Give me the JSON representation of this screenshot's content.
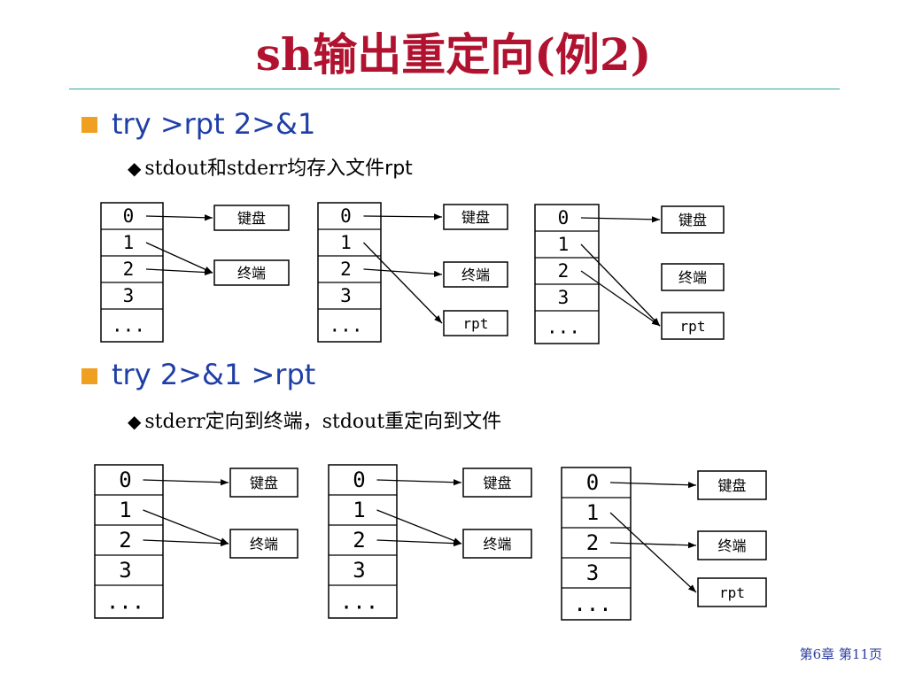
{
  "title": "sh输出重定向(例2)",
  "section1": {
    "command": "try >rpt 2>&1",
    "desc_part1": "stdout",
    "desc_part2": "和",
    "desc_part3": "stderr",
    "desc_part4": "均存入文件",
    "desc_part5": "rpt"
  },
  "section2": {
    "command": "try 2>&1 >rpt",
    "desc_part1": "stderr",
    "desc_part2": "定向到终端，",
    "desc_part3": "stdout",
    "desc_part4": "重定向到文件"
  },
  "fd_labels": [
    "0",
    "1",
    "2",
    "3",
    "..."
  ],
  "targets": {
    "keyboard": "键盘",
    "terminal": "终端",
    "rpt": "rpt"
  },
  "footer": "第6章 第11页"
}
